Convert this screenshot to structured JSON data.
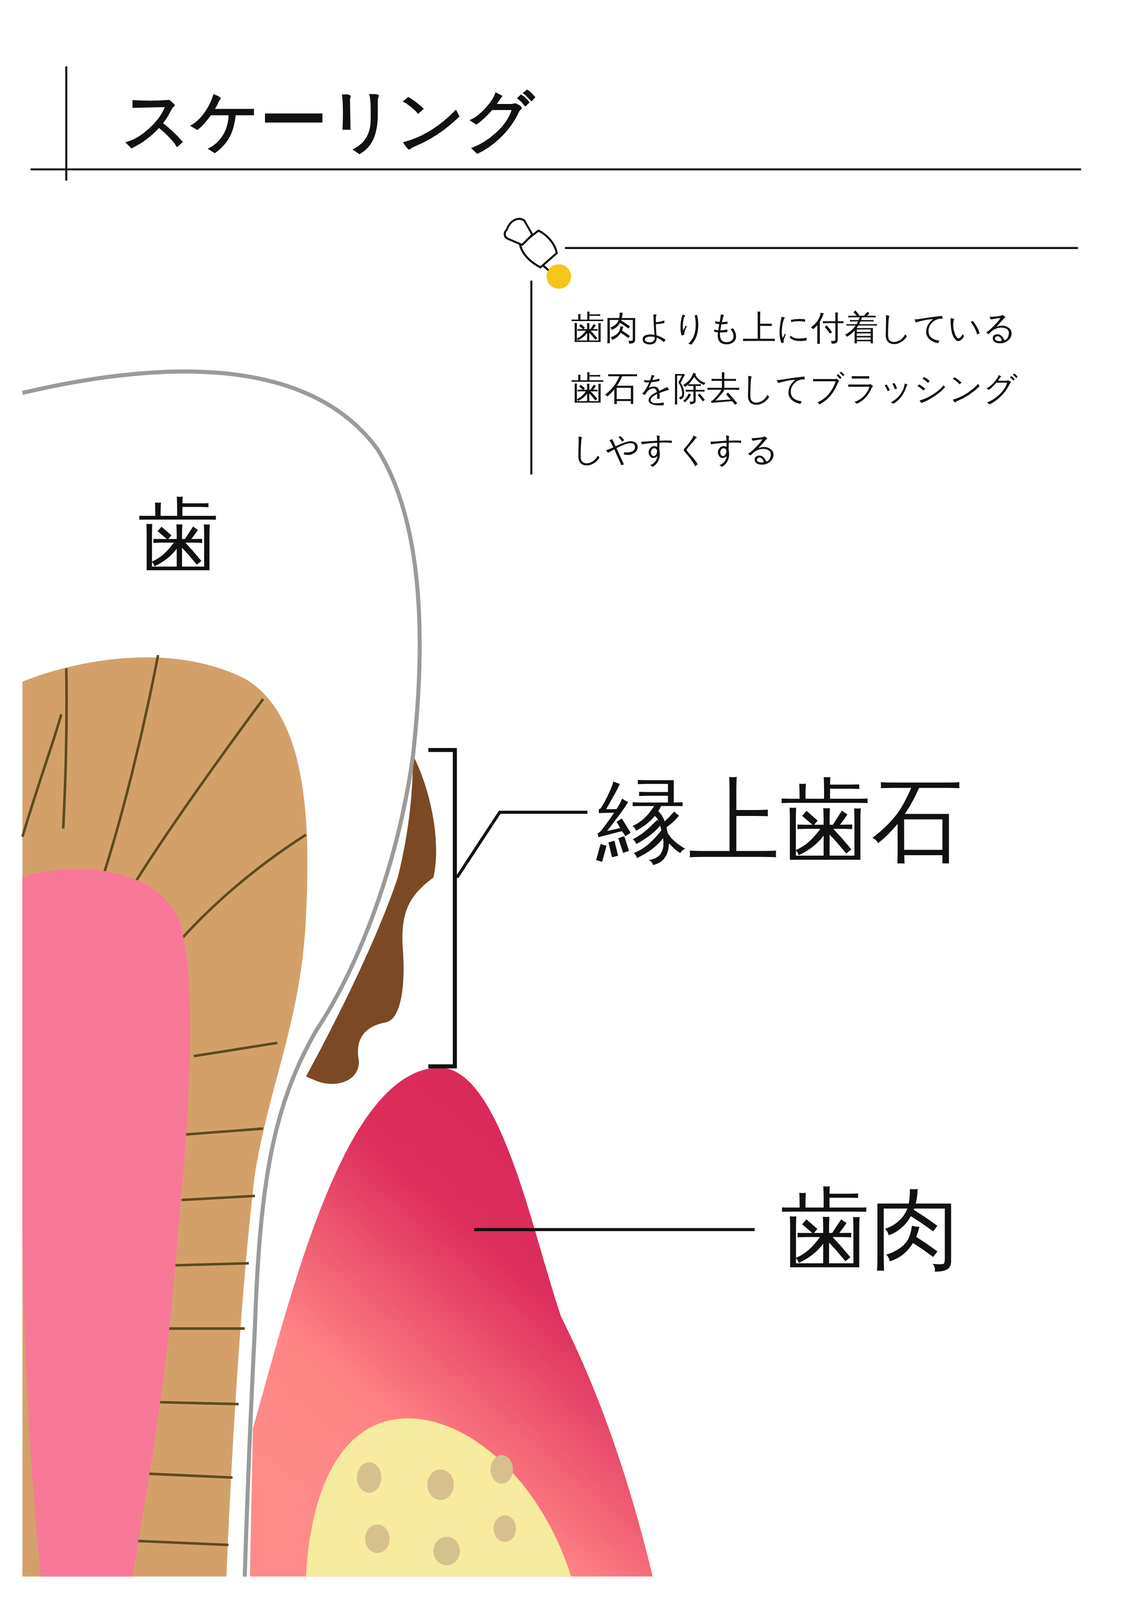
{
  "diagram": {
    "title": "スケーリング",
    "labels": [
      "歯肉よりも上に付着している 歯石を除去してブラッシング しやすくする",
      "歯",
      "縁上歯石",
      "歯肉"
    ]
  }
}
